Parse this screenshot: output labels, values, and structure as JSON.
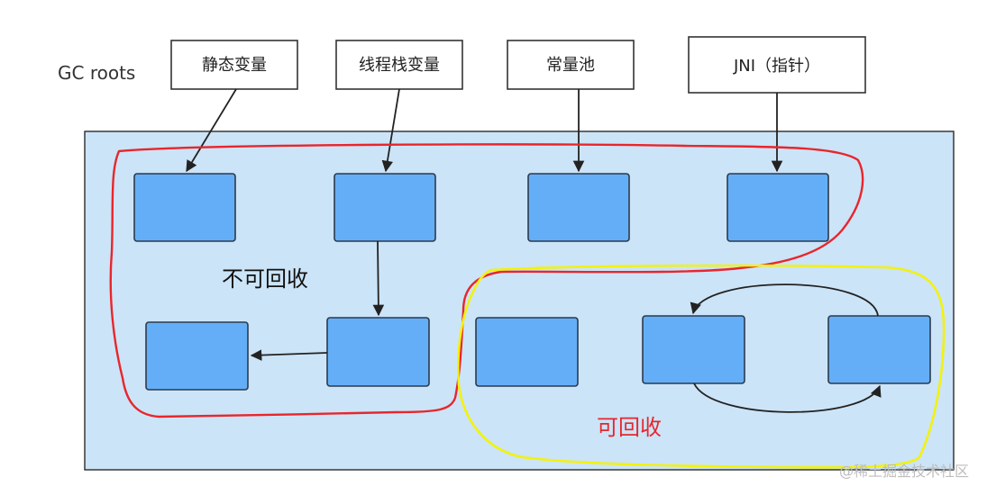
{
  "gc_roots_label": "GC roots",
  "roots": [
    {
      "id": "root-static",
      "label": "静态变量"
    },
    {
      "id": "root-thread-stack",
      "label": "线程栈变量"
    },
    {
      "id": "root-constant-pool",
      "label": "常量池"
    },
    {
      "id": "root-jni",
      "label": "JNI（指针）"
    }
  ],
  "regions": {
    "unreachable_not_collectable": "不可回收",
    "collectable": "可回收"
  },
  "watermark": "@稀土掘金技术社区",
  "colors": {
    "heap_fill": "#cce4f7",
    "object_fill": "#64aef7",
    "not_collectable_outline": "#e8262c",
    "collectable_outline": "#f2f20e",
    "collectable_text": "#e8262c"
  }
}
